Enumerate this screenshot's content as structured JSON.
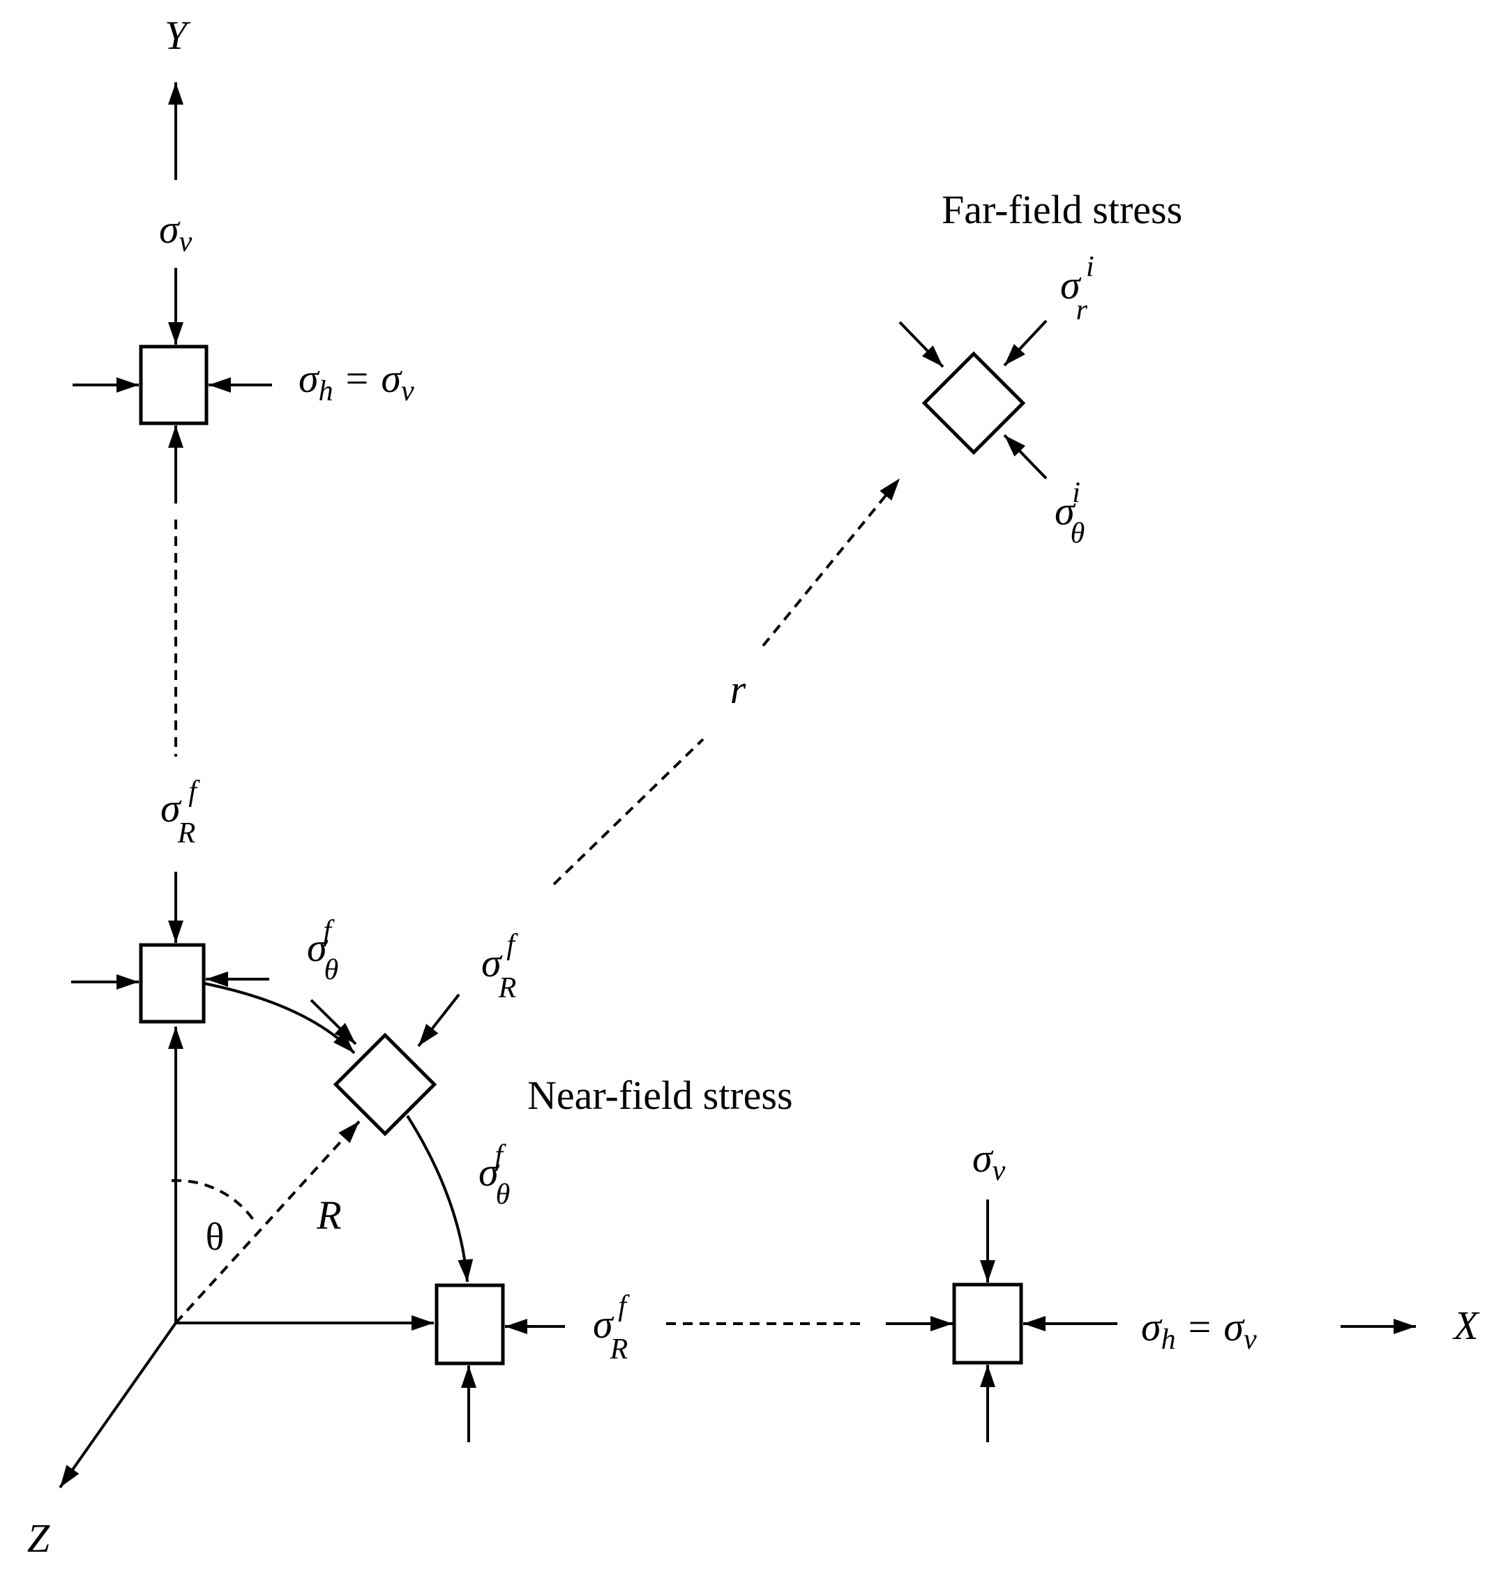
{
  "titles": {
    "far": "Far-field stress",
    "near": "Near-field stress"
  },
  "axes": {
    "x": "X",
    "y": "Y",
    "z": "Z"
  },
  "symbols": {
    "sigma": "σ",
    "sub_v": "v",
    "sub_h": "h",
    "equals": "=",
    "sup_f": "f",
    "sup_i": "i",
    "sub_R": "R",
    "sub_r": "r",
    "sub_theta": "θ",
    "theta": "θ",
    "R": "R",
    "r": "r"
  }
}
